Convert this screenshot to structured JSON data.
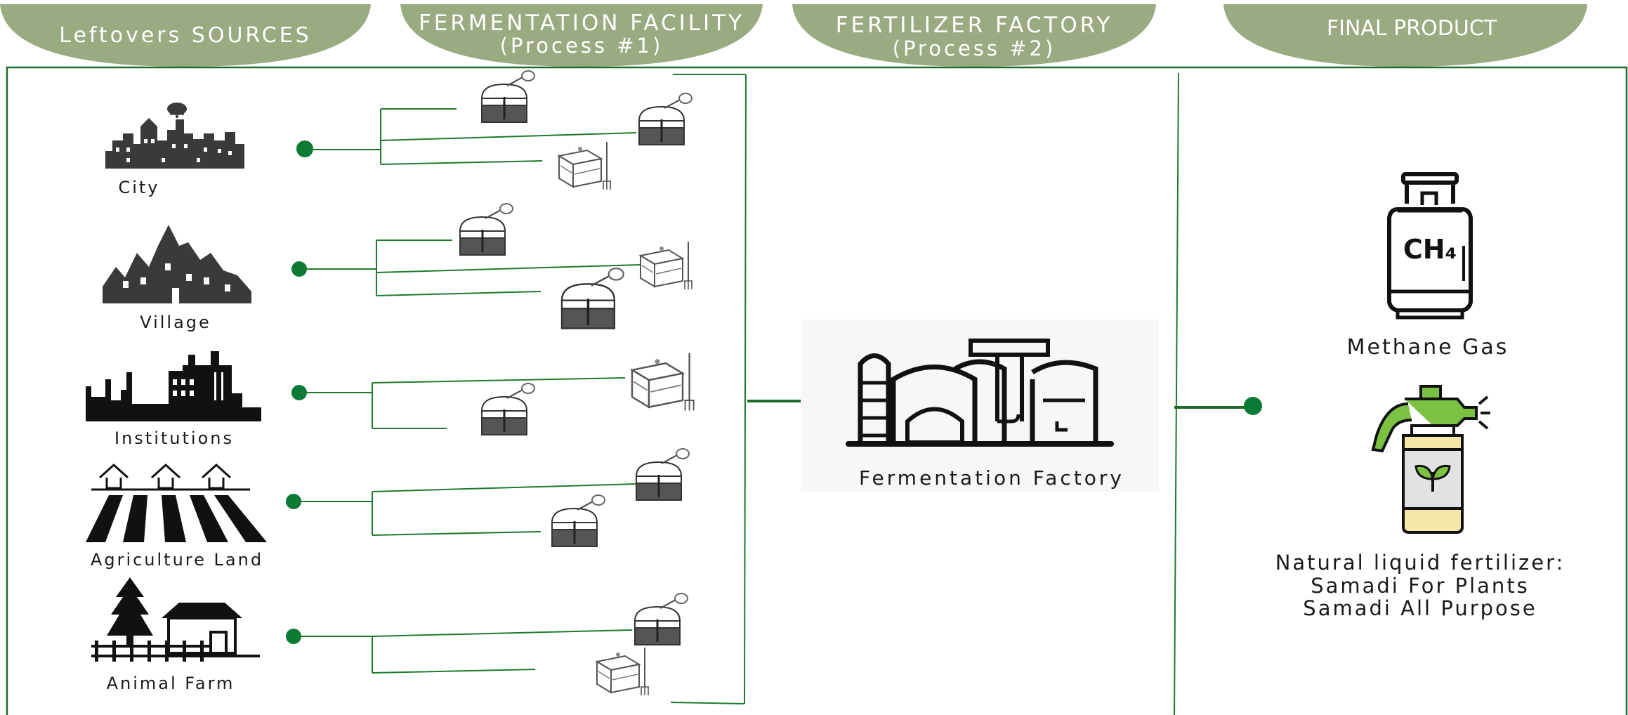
{
  "headers": {
    "sources": "Leftovers SOURCES",
    "process1_line1": "FERMENTATION FACILITY",
    "process1_line2": "(Process #1)",
    "process2_line1": "FERTILIZER FACTORY",
    "process2_line2": "(Process #2)",
    "final": "FINAL PRODUCT"
  },
  "sources": [
    {
      "label": "City",
      "icon": "city-skyline-icon"
    },
    {
      "label": "Village",
      "icon": "village-icon"
    },
    {
      "label": "Institutions",
      "icon": "industrial-buildings-icon"
    },
    {
      "label": "Agriculture Land",
      "icon": "farmland-icon"
    },
    {
      "label": "Animal Farm",
      "icon": "barn-farm-icon"
    }
  ],
  "factory": {
    "label": "Fermentation Factory",
    "icon": "biogas-factory-icon"
  },
  "products": {
    "methane": "Methane Gas",
    "fertilizer_line1": "Natural liquid fertilizer:",
    "fertilizer_line2": "Samadi For Plants",
    "fertilizer_line3": "Samadi All Purpose"
  },
  "colors": {
    "header_bg": "#9aab82",
    "line_green": "#1f7a2e",
    "node_green": "#0a7a35",
    "sprayer_green": "#7cc242",
    "sprayer_cream": "#f6e7a8"
  }
}
